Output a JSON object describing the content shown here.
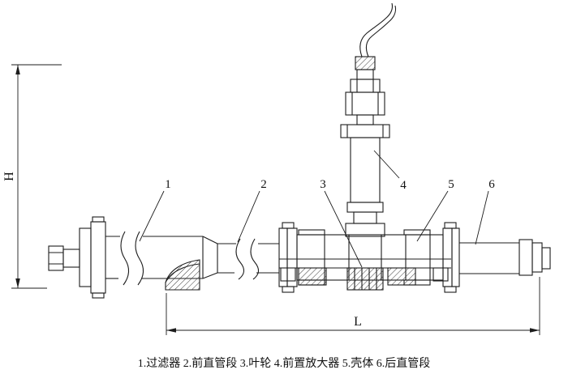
{
  "colors": {
    "background": "#ffffff",
    "line": "#1c1c1c",
    "text": "#111111"
  },
  "dimensions": {
    "height": "H",
    "length": "L"
  },
  "parts": [
    {
      "num": "1",
      "name": "过滤器"
    },
    {
      "num": "2",
      "name": "前直管段"
    },
    {
      "num": "3",
      "name": "叶轮"
    },
    {
      "num": "4",
      "name": "前置放大器"
    },
    {
      "num": "5",
      "name": "壳体"
    },
    {
      "num": "6",
      "name": "后直管段"
    }
  ],
  "caption": "1.过滤器 2.前直管段 3.叶轮 4.前置放大器 5.壳体 6.后直管段"
}
